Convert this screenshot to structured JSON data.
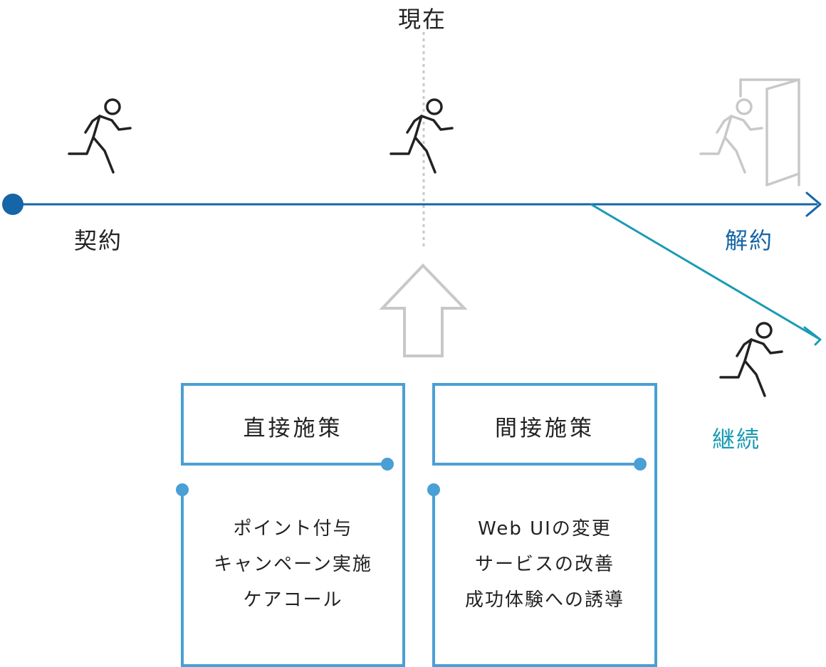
{
  "labels": {
    "current": "現在",
    "contract": "契約",
    "cancel": "解約",
    "continue": "継続"
  },
  "colors": {
    "timeline": "#1565a8",
    "branch": "#1a9bb4",
    "box": "#4a9fd4",
    "faded": "#c8c8c8",
    "text": "#222222"
  },
  "boxes": [
    {
      "title": "直接施策",
      "items": [
        "ポイント付与",
        "キャンペーン実施",
        "ケアコール"
      ]
    },
    {
      "title": "間接施策",
      "items": [
        "Web UIの変更",
        "サービスの改善",
        "成功体験への誘導"
      ]
    }
  ]
}
